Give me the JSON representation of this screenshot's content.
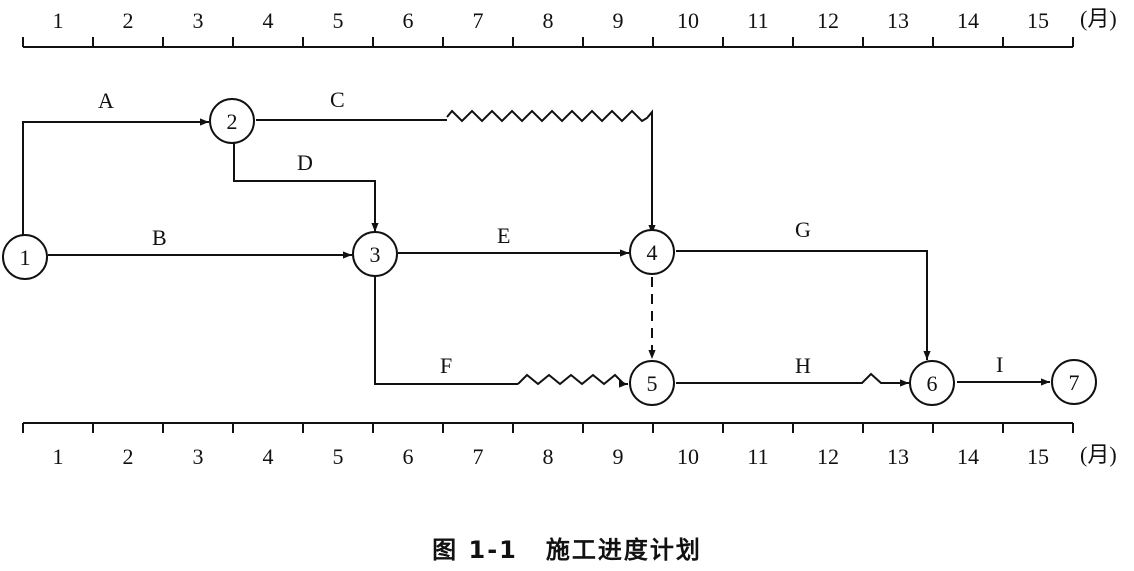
{
  "scale": {
    "months": [
      "1",
      "2",
      "3",
      "4",
      "5",
      "6",
      "7",
      "8",
      "9",
      "10",
      "11",
      "12",
      "13",
      "14",
      "15"
    ],
    "unit_label": "(月)"
  },
  "nodes": [
    {
      "id": "1",
      "time": 0,
      "row": "B"
    },
    {
      "id": "2",
      "time": 3,
      "row": "A"
    },
    {
      "id": "3",
      "time": 5,
      "row": "B"
    },
    {
      "id": "4",
      "time": 9,
      "row": "B"
    },
    {
      "id": "5",
      "time": 9,
      "row": "F"
    },
    {
      "id": "6",
      "time": 13,
      "row": "F"
    },
    {
      "id": "7",
      "time": 15,
      "row": "F"
    }
  ],
  "activities": [
    {
      "label": "A",
      "from": "1",
      "to": "2",
      "duration": 3,
      "free_float": 0
    },
    {
      "label": "B",
      "from": "1",
      "to": "3",
      "duration": 5,
      "free_float": 0
    },
    {
      "label": "C",
      "from": "2",
      "to": "4",
      "duration": 3,
      "free_float": 3
    },
    {
      "label": "D",
      "from": "2",
      "to": "3",
      "duration": 2,
      "free_float": 0
    },
    {
      "label": "E",
      "from": "3",
      "to": "4",
      "duration": 4,
      "free_float": 0
    },
    {
      "label": "F",
      "from": "3",
      "to": "5",
      "duration": 2,
      "free_float": 2
    },
    {
      "label": "G",
      "from": "4",
      "to": "6",
      "duration": 4,
      "free_float": 0
    },
    {
      "label": "H",
      "from": "5",
      "to": "6",
      "duration": 3,
      "free_float": 1
    },
    {
      "label": "I",
      "from": "6",
      "to": "7",
      "duration": 2,
      "free_float": 0
    }
  ],
  "dummy": {
    "from": "4",
    "to": "5"
  },
  "caption": {
    "figure": "图 1-1",
    "title": "施工进度计划"
  }
}
